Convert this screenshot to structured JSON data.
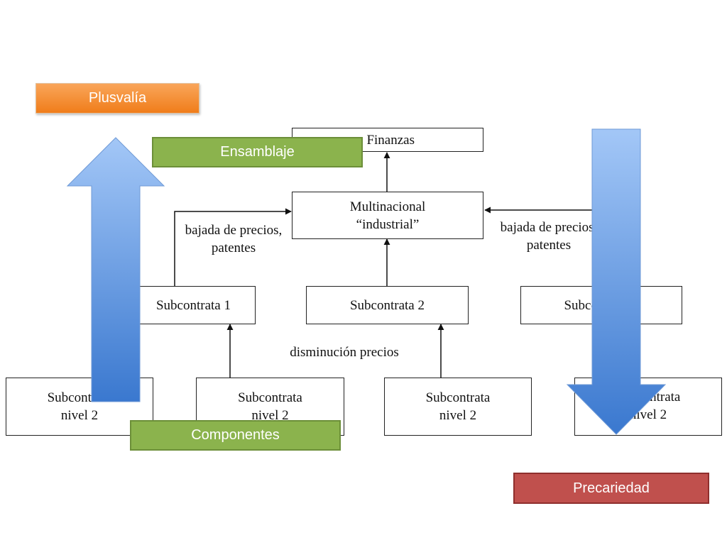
{
  "diagram": {
    "boxes": {
      "finanzas": "Finanzas",
      "multinacional": "Multinacional\n“industrial”",
      "subcontrata_1": "Subcontrata 1",
      "subcontrata_2": "Subcontrata 2",
      "subcontrata_3": "Subcontrata 3",
      "nivel2_a": "Subcontrata\nnivel 2",
      "nivel2_b": "Subcontrata\nnivel 2",
      "nivel2_c": "Subcontrata\nnivel 2",
      "nivel2_d": "Subcontrata\nnivel 2"
    },
    "labels": {
      "left_flow": "bajada de precios,\npatentes",
      "right_flow": "bajada de precios,\npatentes",
      "lower_flow": "disminución precios"
    }
  },
  "tags": {
    "plusvalia": "Plusvalía",
    "ensamblaje": "Ensamblaje",
    "componentes": "Componentes",
    "precariedad": "Precariedad"
  },
  "colors": {
    "orange": "#f08a2c",
    "green": "#8bb34d",
    "red": "#c0504d",
    "blue_light": "#9dc3f5",
    "blue_dark": "#3d7bd0"
  }
}
